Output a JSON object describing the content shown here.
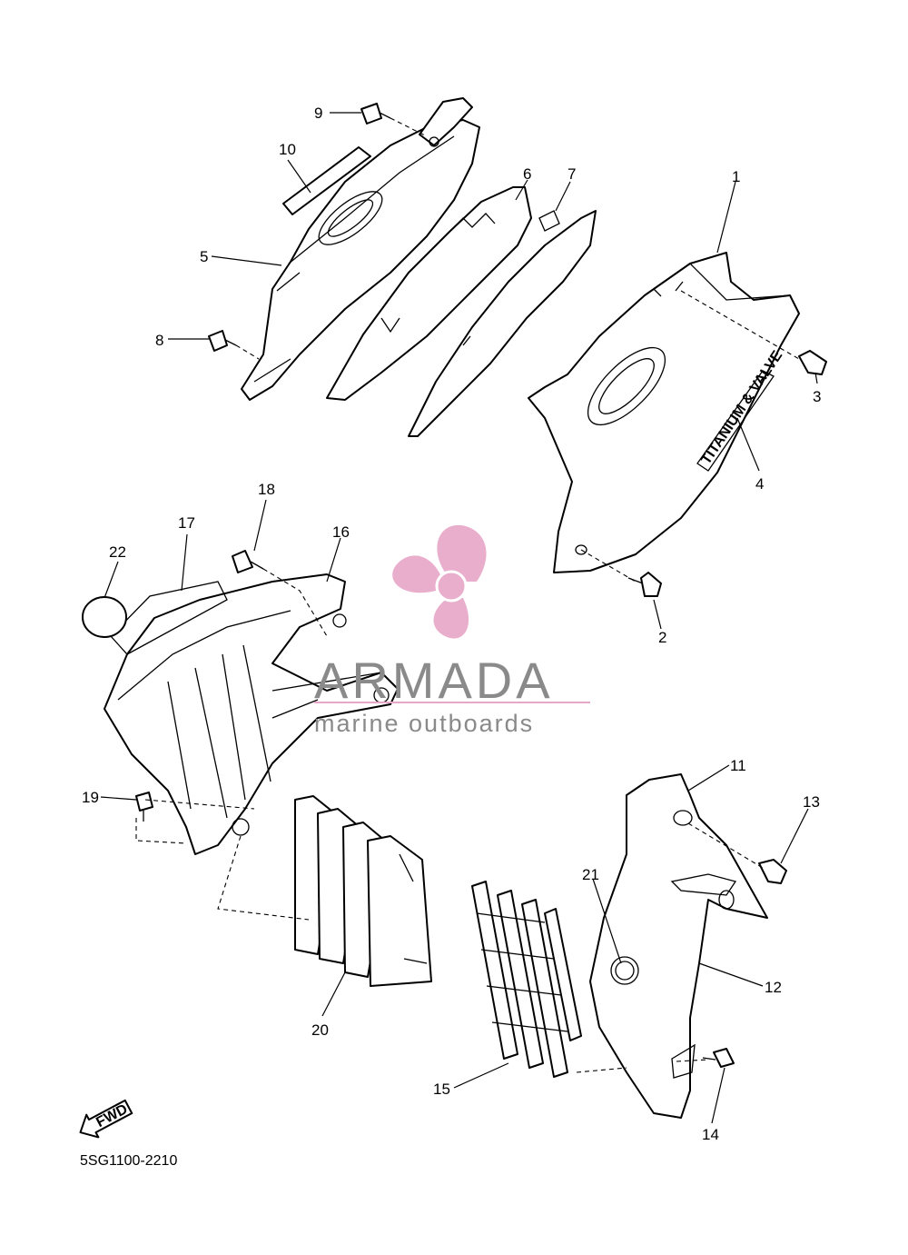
{
  "diagram": {
    "part_code": "5SG1100-2210",
    "fwd_label": "FWD",
    "decal_text": "TITANIUM & VALVE",
    "callouts": [
      "1",
      "2",
      "3",
      "4",
      "5",
      "6",
      "7",
      "8",
      "9",
      "10",
      "11",
      "12",
      "13",
      "14",
      "15",
      "16",
      "17",
      "18",
      "19",
      "20",
      "21",
      "22"
    ]
  },
  "watermark": {
    "brand": "ARMADA",
    "tagline": "marine outboards",
    "logo_color": "#e8a6c8",
    "text_color": "#8a8a8a"
  }
}
